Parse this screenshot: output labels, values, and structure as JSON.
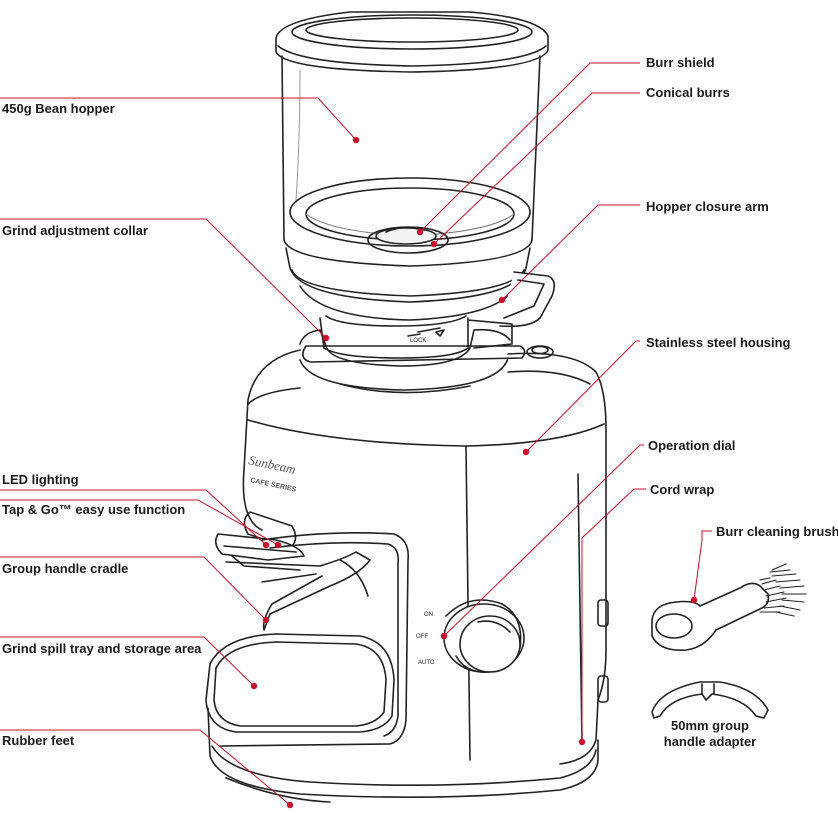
{
  "labels": {
    "hopper": "450g Bean hopper",
    "collar": "Grind adjustment collar",
    "led": "LED lighting",
    "tapgo": "Tap & Go™ easy use function",
    "cradle": "Group handle cradle",
    "tray": "Grind spill tray and storage area",
    "feet": "Rubber feet",
    "shield": "Burr shield",
    "burrs": "Conical burrs",
    "closure": "Hopper closure arm",
    "housing": "Stainless steel housing",
    "dial": "Operation dial",
    "cord": "Cord wrap",
    "brush": "Burr cleaning brush",
    "adapter_line1": "50mm group",
    "adapter_line2": "handle adapter"
  },
  "device_text": {
    "lock": "LOCK",
    "dial_on": "ON",
    "dial_off": "OFF",
    "dial_auto": "AUTO",
    "brand_name": "Sunbeam",
    "brand_series": "CAFE SERIES"
  },
  "colors": {
    "leader": "#c8102e",
    "outline": "#222222"
  }
}
